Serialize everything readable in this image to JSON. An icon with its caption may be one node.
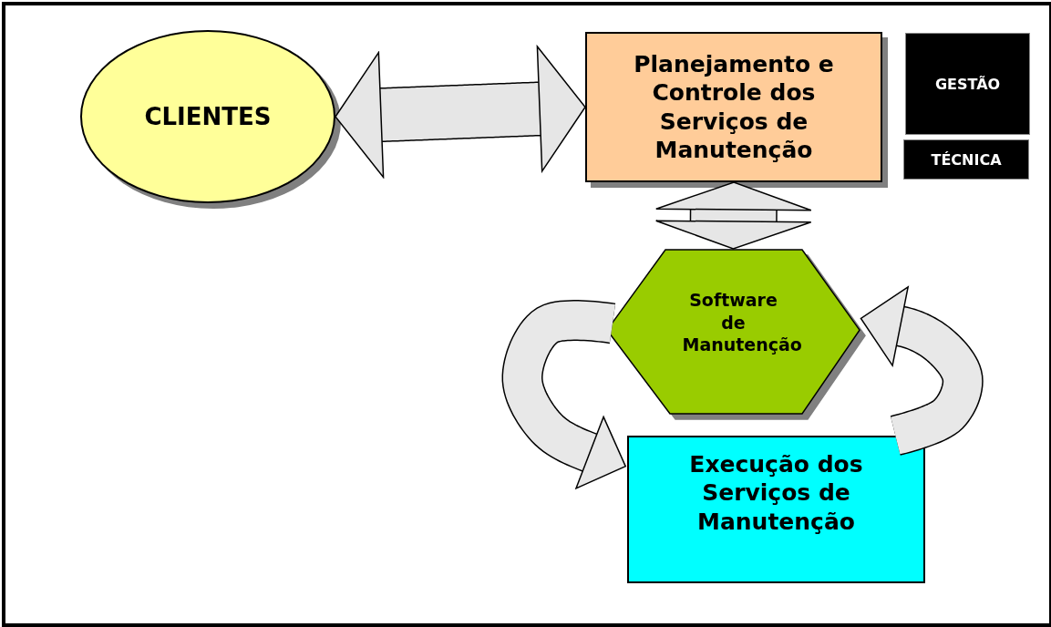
{
  "diagram": {
    "nodes": [
      {
        "text": [
          "CLIENTES"
        ]
      },
      {
        "text": [
          "Planejamento e Controle dos Serviços de Manutenção"
        ]
      },
      {
        "text": [
          "GESTÃO"
        ]
      },
      {
        "text": [
          "TÉCNICA"
        ]
      },
      {
        "text": [
          "Software de Manutenção"
        ]
      },
      {
        "text": [
          "Execução dos Serviços de Manutenção"
        ]
      }
    ],
    "edges": [
      {
        "from": 0,
        "to": 1,
        "arrow": "both"
      },
      {
        "from": 1,
        "to": 4,
        "arrow": "both",
        "style": "thick"
      },
      {
        "from": 4,
        "to": 5,
        "arrow": "to"
      },
      {
        "from": 5,
        "to": 4,
        "arrow": "to"
      }
    ]
  }
}
